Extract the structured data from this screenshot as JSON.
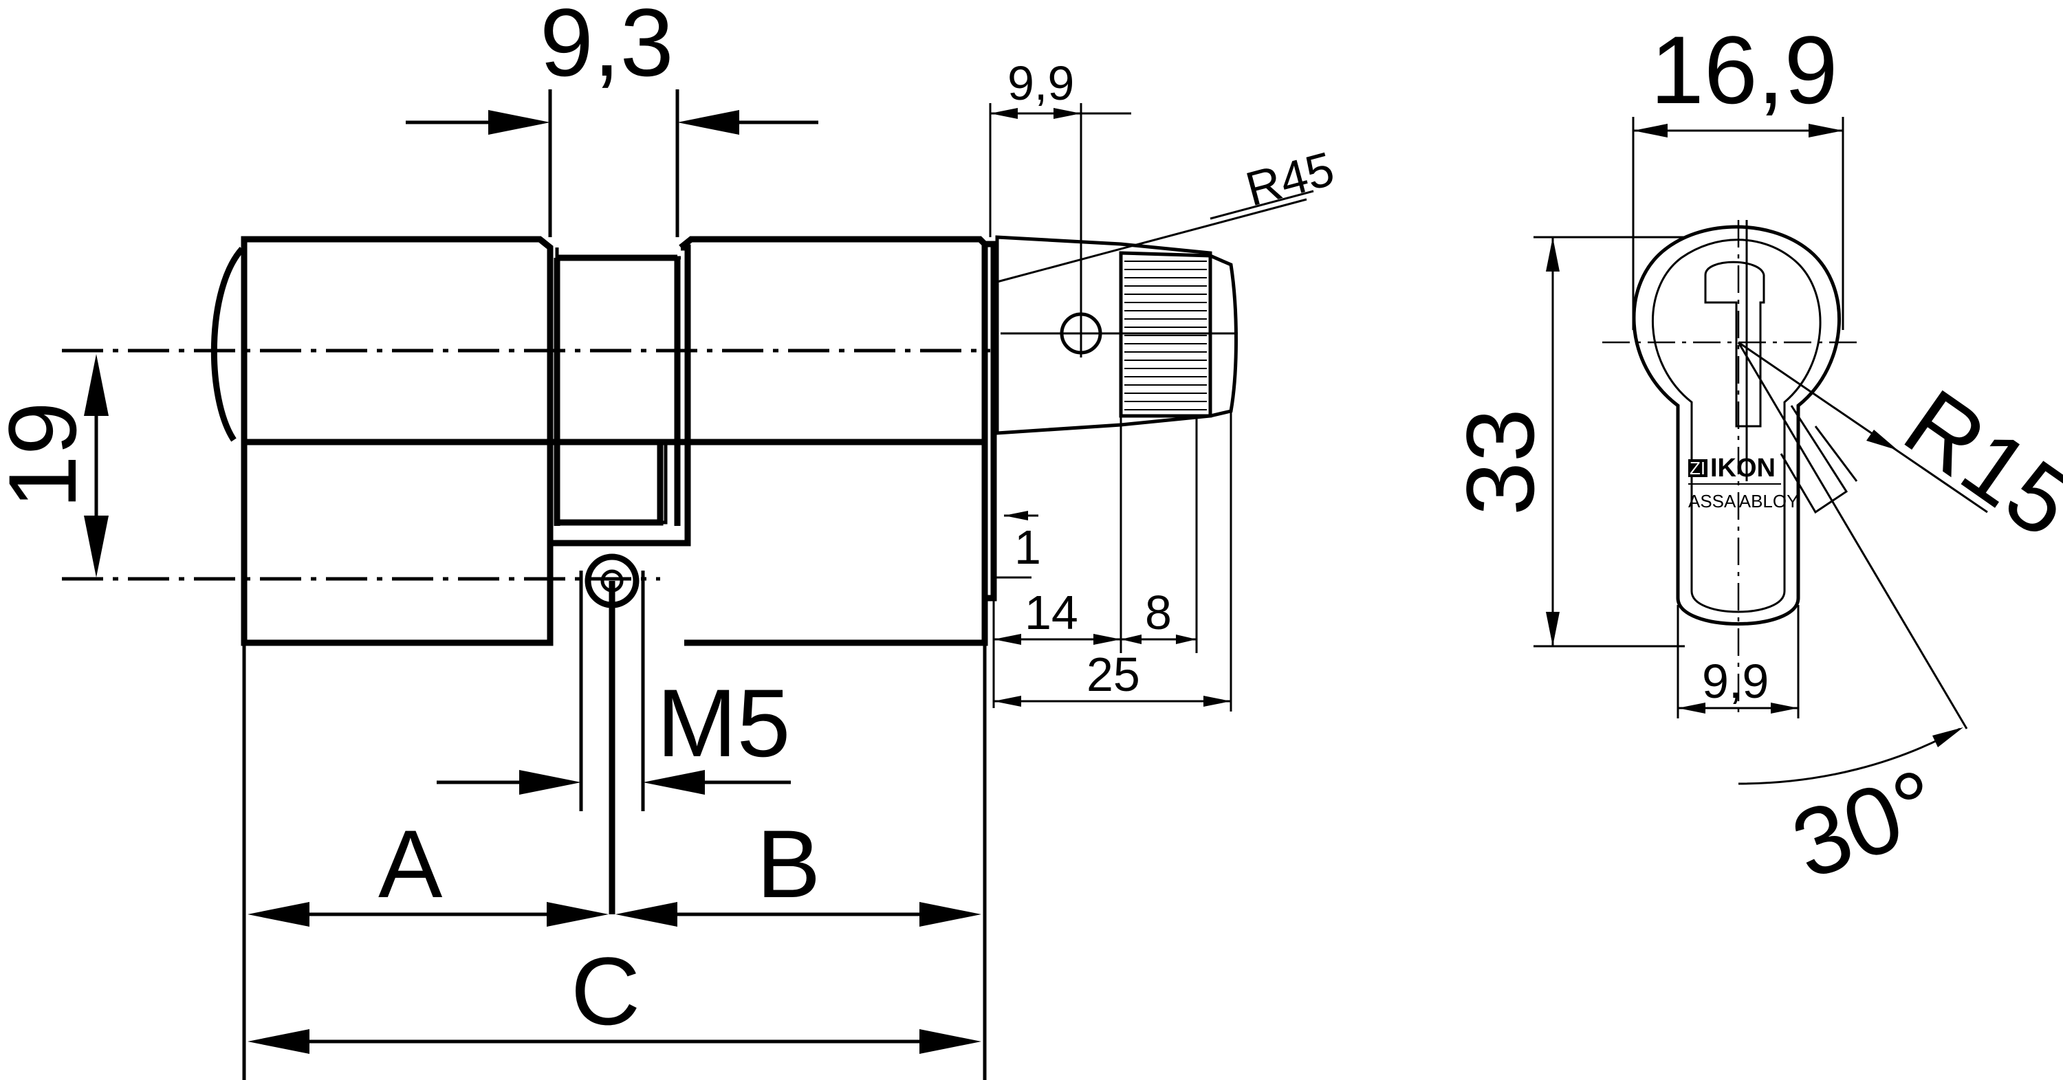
{
  "front_view": {
    "dims": {
      "groove_width": "9,3",
      "centerline_offset": "19",
      "screw": "M5",
      "length_a": "A",
      "length_b": "B",
      "length_c": "C"
    }
  },
  "thumbturn_view": {
    "dims": {
      "knob_width": "9,9",
      "radius": "R45",
      "gap": "1",
      "shank": "14",
      "grip": "8",
      "total": "25"
    }
  },
  "profile_view": {
    "dims": {
      "width": "16,9",
      "height": "33",
      "radius": "R15",
      "bottom_width": "9,9",
      "angle": "30°"
    },
    "brand": {
      "name": "IKON",
      "mark": "ZI",
      "group": "ASSA ABLOY"
    }
  }
}
